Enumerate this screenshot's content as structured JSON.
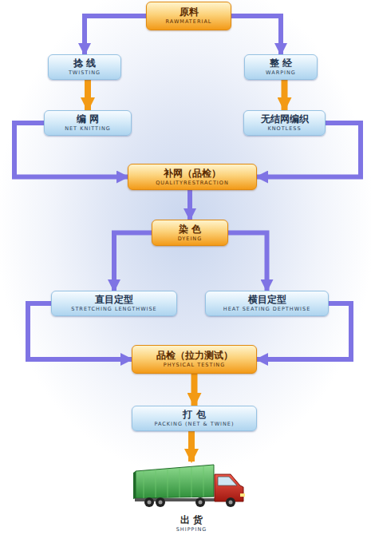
{
  "diagram": {
    "nodes": [
      {
        "text": [
          "原料",
          "RAWMATERIAL"
        ]
      },
      {
        "text": [
          "捻 线",
          "TWISTING"
        ]
      },
      {
        "text": [
          "整 经",
          "WARPING"
        ]
      },
      {
        "text": [
          "编 网",
          "NET KNITTING"
        ]
      },
      {
        "text": [
          "无结网编织",
          "KNOTLESS"
        ]
      },
      {
        "text": [
          "补网（品检）",
          "QUALITYRESTRACTION"
        ]
      },
      {
        "text": [
          "染 色",
          "DYEING"
        ]
      },
      {
        "text": [
          "直目定型",
          "STRETCHING LENGTHWISE"
        ]
      },
      {
        "text": [
          "横目定型",
          "HEAT SEATING DEPTHWISE"
        ]
      },
      {
        "text": [
          "品检（拉力测试）",
          "PHYSICAL TESTING"
        ]
      },
      {
        "text": [
          "打 包",
          "PACKING (NET & TWINE)"
        ]
      },
      {
        "text": [
          "出 货",
          "SHIPPING"
        ]
      }
    ],
    "edges": [
      {
        "from": 0,
        "to": 1,
        "arrow": "to"
      },
      {
        "from": 0,
        "to": 2,
        "arrow": "to"
      },
      {
        "from": 1,
        "to": 3,
        "arrow": "to"
      },
      {
        "from": 2,
        "to": 4,
        "arrow": "to"
      },
      {
        "from": 3,
        "to": 5,
        "arrow": "to"
      },
      {
        "from": 4,
        "to": 5,
        "arrow": "to"
      },
      {
        "from": 5,
        "to": 6,
        "arrow": "to"
      },
      {
        "from": 6,
        "to": 7,
        "arrow": "to"
      },
      {
        "from": 6,
        "to": 8,
        "arrow": "to"
      },
      {
        "from": 7,
        "to": 9,
        "arrow": "to"
      },
      {
        "from": 8,
        "to": 9,
        "arrow": "to"
      },
      {
        "from": 9,
        "to": 10,
        "arrow": "to"
      },
      {
        "from": 10,
        "to": 11,
        "arrow": "to"
      }
    ]
  }
}
